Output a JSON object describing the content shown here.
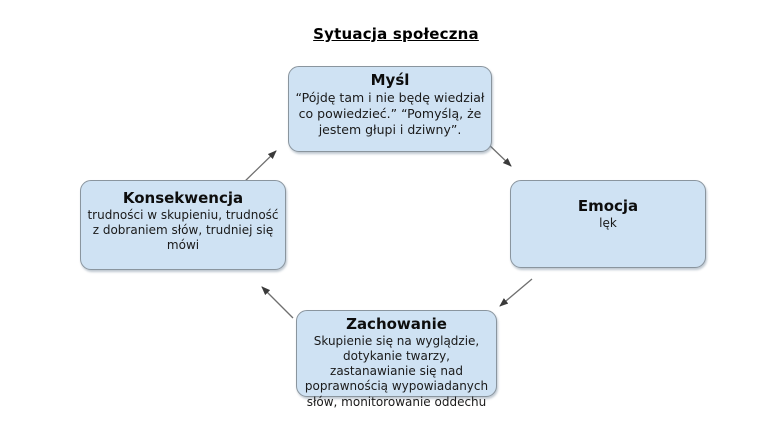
{
  "title": "Sytuacja społeczna",
  "colors": {
    "box_fill": "#cfe2f3",
    "box_border": "#8a959e",
    "text": "#1a1a1a",
    "arrow_line": "#6f6f6f",
    "arrow_head": "#3a3a3a",
    "page_bg": "#ffffff"
  },
  "nodes": {
    "thought": {
      "label": "Myśl",
      "body": "“Pójdę tam i nie będę wiedział co powiedzieć.” “Pomyślą, że jestem głupi i dziwny”."
    },
    "emotion": {
      "label": "Emocja",
      "body": "lęk"
    },
    "consequence": {
      "label": "Konsekwencja",
      "body": "trudności w skupieniu, trudność z dobraniem słów, trudniej się mówi"
    },
    "behavior": {
      "label": "Zachowanie",
      "body": "Skupienie się na wyglądzie, dotykanie twarzy, zastanawianie się nad poprawnością wypowiadanych słów, monitorowanie oddechu"
    }
  }
}
